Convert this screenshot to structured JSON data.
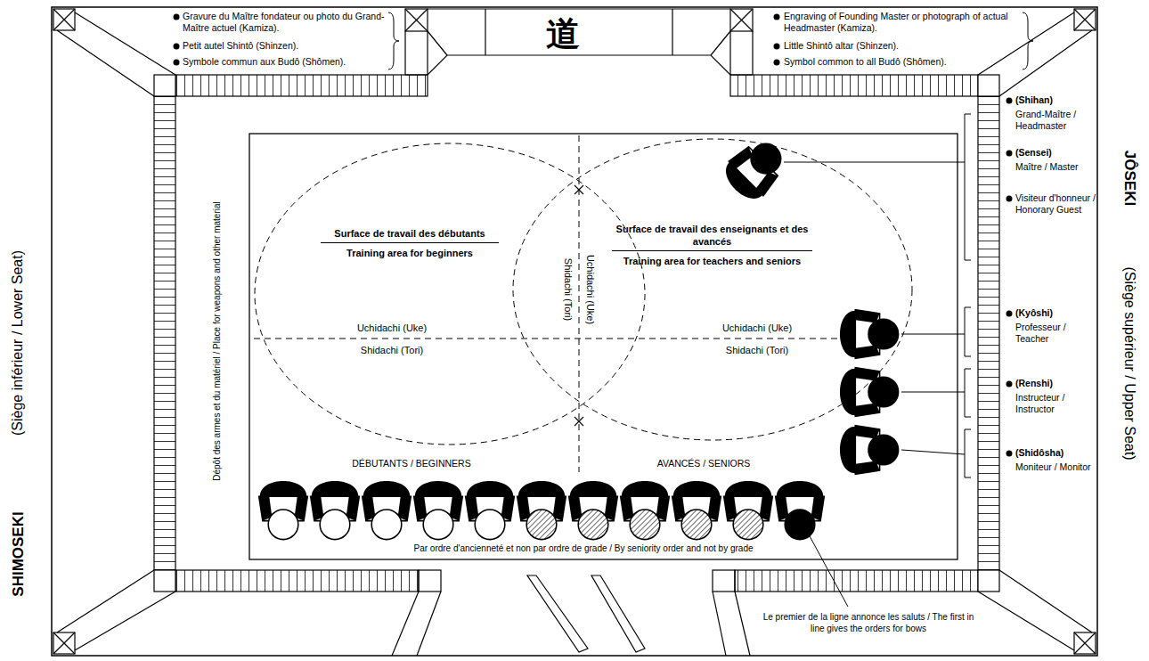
{
  "diagram": {
    "nodes": [
      {
        "text": [
          "Surface de travail des débutants",
          "Training area for beginners"
        ]
      },
      {
        "text": [
          "Surface de travail des enseignants et des avancés",
          "Training area for teachers and seniors"
        ]
      }
    ],
    "labels": [
      "Gravure du Maître fondateur ou photo du Grand-Maître actuel (Kamiza).",
      "Petit autel Shintô (Shinzen).",
      "Symbole commun aux Budô (Shômen).",
      "道",
      "Engraving of Founding Master or photograph of actual Headmaster (Kamiza).",
      "Little Shintô altar (Shinzen).",
      "Symbol common to all Budô (Shômen).",
      "(Shihan)",
      "Grand-Maître / Headmaster",
      "(Sensei)",
      "Maître / Master",
      "Visiteur d'honneur / Honorary Guest",
      "(Kyôshi)",
      "Professeur / Teacher",
      "(Renshi)",
      "Instructeur / Instructor",
      "(Shidôsha)",
      "Moniteur / Monitor",
      "JÔSEKI",
      "(Siège supérieur / Upper Seat)",
      "SHIMOSEKI",
      "(Siège inférieur / Lower Seat)",
      "Dépôt des armes et du matériel / Place for weapons and other material",
      "Uchidachi (Uke)",
      "Shidachi (Tori)",
      "Shidachi (Tori)",
      "Uchidachi (Uke)",
      "Uchidachi (Uke)",
      "Shidachi (Tori)",
      "DÉBUTANTS / BEGINNERS",
      "AVANCÉS / SENIORS",
      "Par ordre d'ancienneté et non par ordre de grade / By seniority order and not by grade",
      "Le premier de la ligne annonce les saluts / The first in line gives the orders for bows"
    ]
  }
}
